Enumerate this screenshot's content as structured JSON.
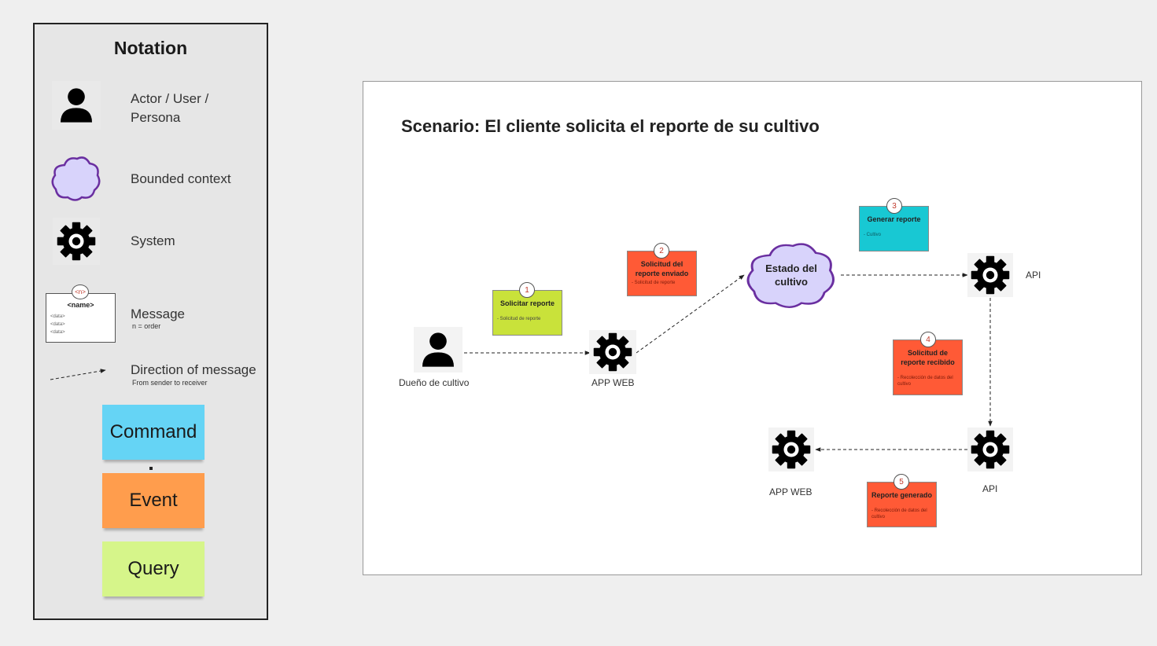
{
  "legend": {
    "title": "Notation",
    "actor_label": "Actor / User / Persona",
    "bounded_context_label": "Bounded context",
    "system_label": "System",
    "message_label": "Message",
    "message_sub": "n = order",
    "message_card": {
      "badge": "<n>",
      "name": "<name>",
      "data_rows": [
        "<data>",
        "<data>",
        "<data>"
      ]
    },
    "direction_label": "Direction of message",
    "direction_sub": "From sender to receiver",
    "stickies": [
      {
        "label": "Command",
        "color": "#65d4f5"
      },
      {
        "label": "Event",
        "color": "#ff9d4d"
      },
      {
        "label": "Query",
        "color": "#d6f58a"
      }
    ]
  },
  "scenario": {
    "title": "Scenario: El cliente solicita el reporte de su cultivo",
    "nodes": {
      "actor": "Dueño de cultivo",
      "app_web_1": "APP WEB",
      "bounded_context": "Estado del cultivo",
      "api_1": "API",
      "api_2": "API",
      "app_web_2": "APP WEB"
    },
    "messages": [
      {
        "n": "1",
        "title": "Solicitar reporte",
        "data": "- Solicitud de reporte",
        "color": "#c9e23a",
        "data_color": "#444444"
      },
      {
        "n": "2",
        "title": "Solicitud del reporte enviado",
        "data": "- Solicitud de reporte",
        "color": "#ff5a36",
        "data_color": "#7a1a0a"
      },
      {
        "n": "3",
        "title": "Generar reporte",
        "data": "- Cultivo",
        "color": "#18c8d3",
        "data_color": "#0d5960"
      },
      {
        "n": "4",
        "title": "Solicitud de reporte recibido",
        "data": "- Recolección de datos del cultivo",
        "color": "#ff5a36",
        "data_color": "#7a1a0a"
      },
      {
        "n": "5",
        "title": "Reporte generado",
        "data": "- Recolección de datos del cultivo",
        "color": "#ff5a36",
        "data_color": "#7a1a0a"
      }
    ]
  },
  "colors": {
    "cloud_fill": "#d8d3fb",
    "cloud_stroke": "#6a2fa0",
    "icon": "#000000"
  },
  "icons": [
    "person-icon",
    "cloud-icon",
    "gear-icon",
    "arrow-icon"
  ]
}
